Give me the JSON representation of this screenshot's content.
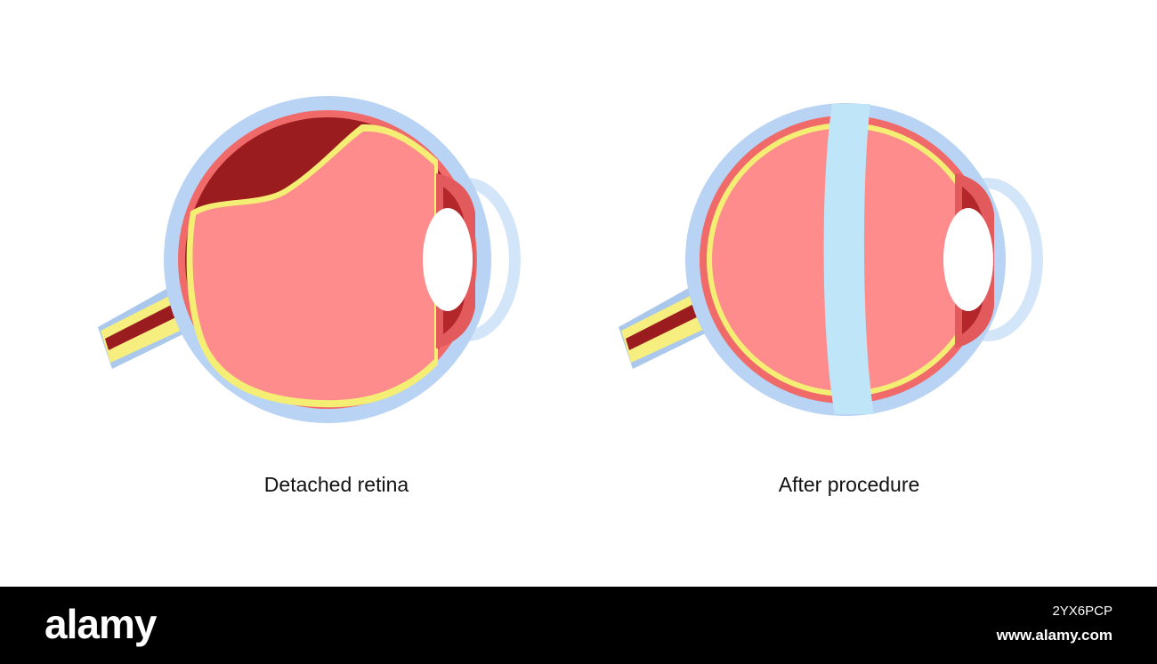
{
  "diagrams": [
    {
      "caption": "Detached retina"
    },
    {
      "caption": "After procedure"
    }
  ],
  "footer": {
    "logo": "alamy",
    "image_id": "2YX6PCP",
    "site": "www.alamy.com"
  },
  "colors": {
    "sclera": "#b8d3f3",
    "choroid": "#f06a6a",
    "vitreous": "#fe8c8d",
    "retina": "#f4ef74",
    "detached_fluid": "#9b1c1f",
    "lens": "#ffffff",
    "cornea": "#d3e5f8",
    "buckle_band": "#bfe6f8",
    "nerve_sheath": "#f6ef80",
    "nerve_core": "#9b1c1f",
    "footer_bg": "#000000"
  }
}
